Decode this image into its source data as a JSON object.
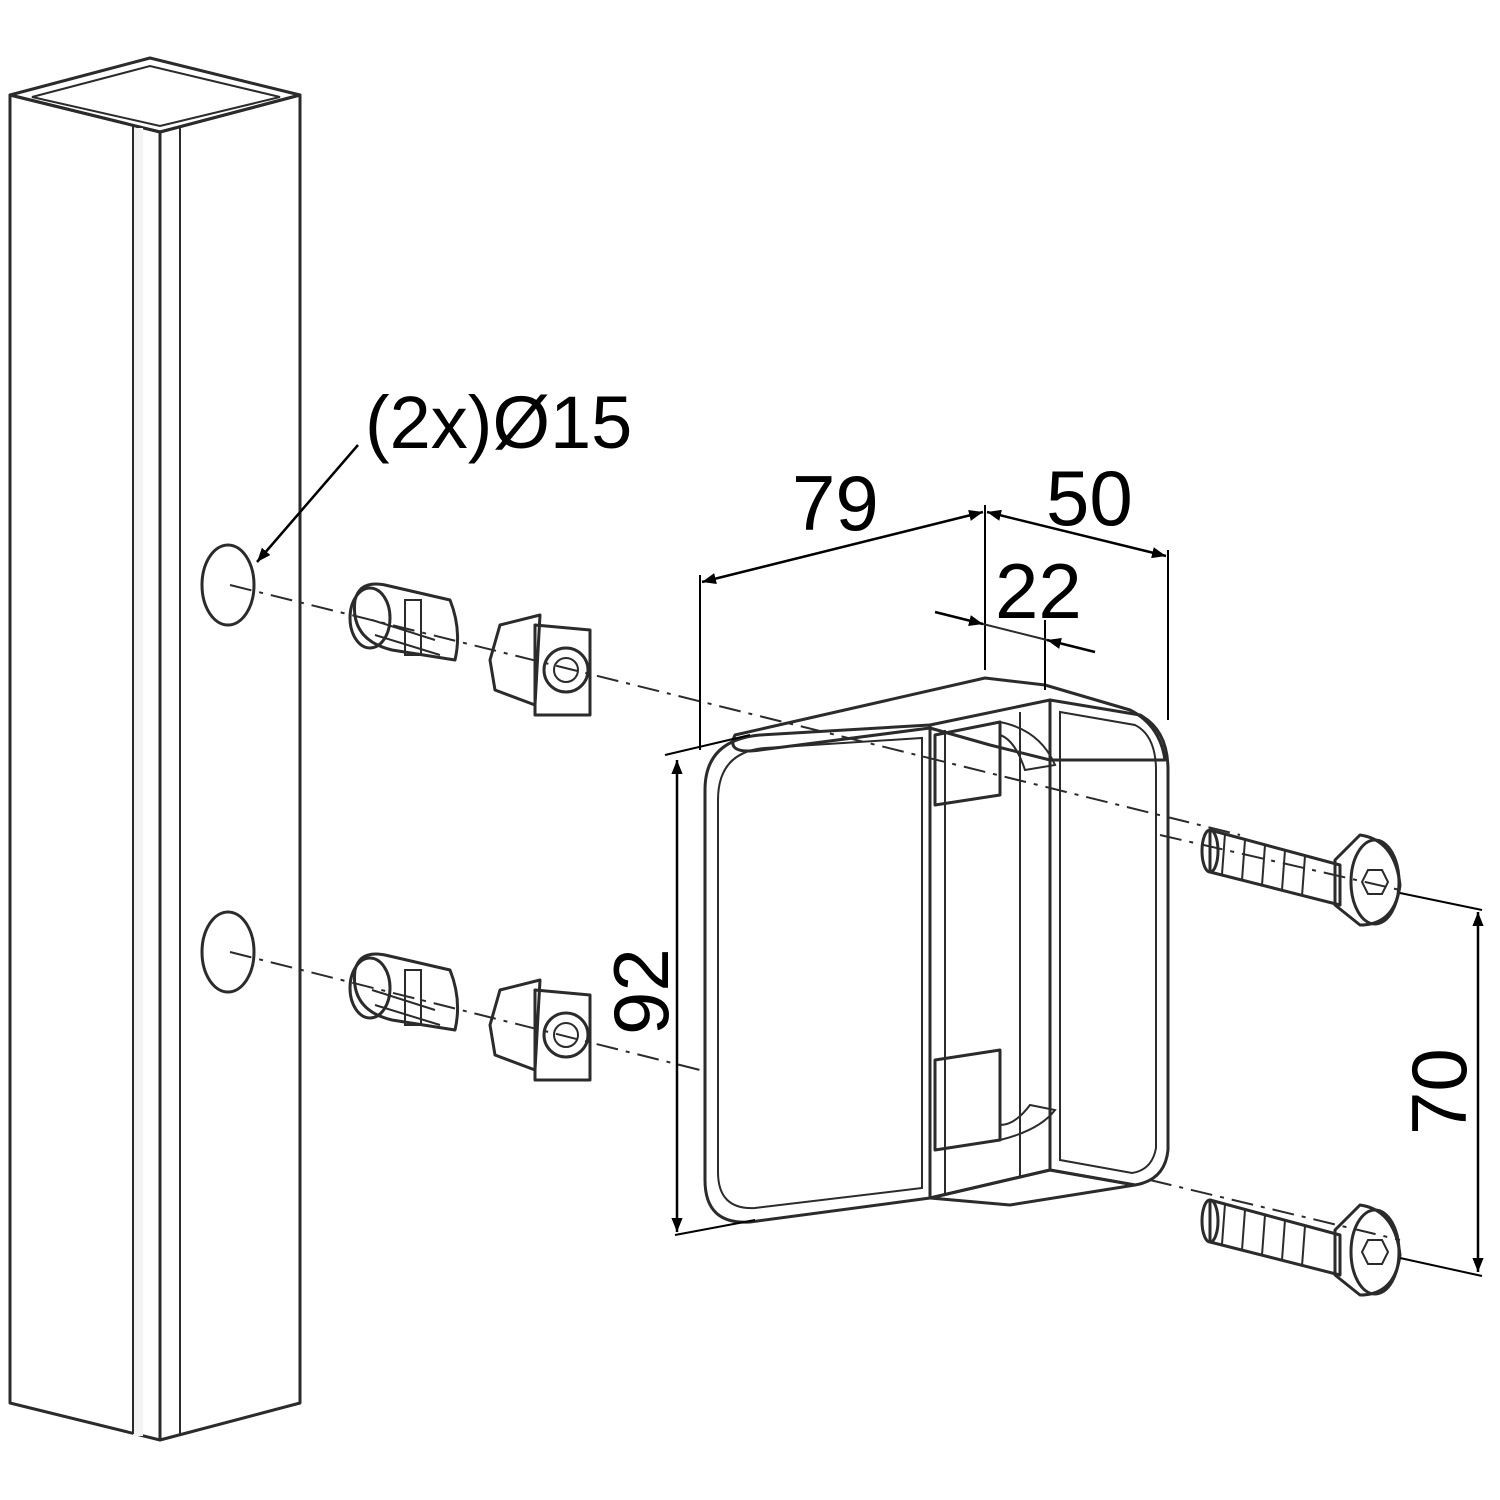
{
  "diagram": {
    "callout_holes": "(2x)Ø15",
    "dimensions": {
      "length": "79",
      "width": "50",
      "slot": "22",
      "height": "92",
      "hole_spacing": "70"
    }
  },
  "colors": {
    "part_fill": "#dedede",
    "part_face_light": "#e8e8e8",
    "part_face_dark": "#cfcfcf",
    "line": "#2b2b2b"
  },
  "icons": {
    "post": "square-tube-post",
    "insert": "expansion-sleeve",
    "nut": "square-nut",
    "handle": "gate-handle-body",
    "screw": "countersunk-hex-screw"
  }
}
